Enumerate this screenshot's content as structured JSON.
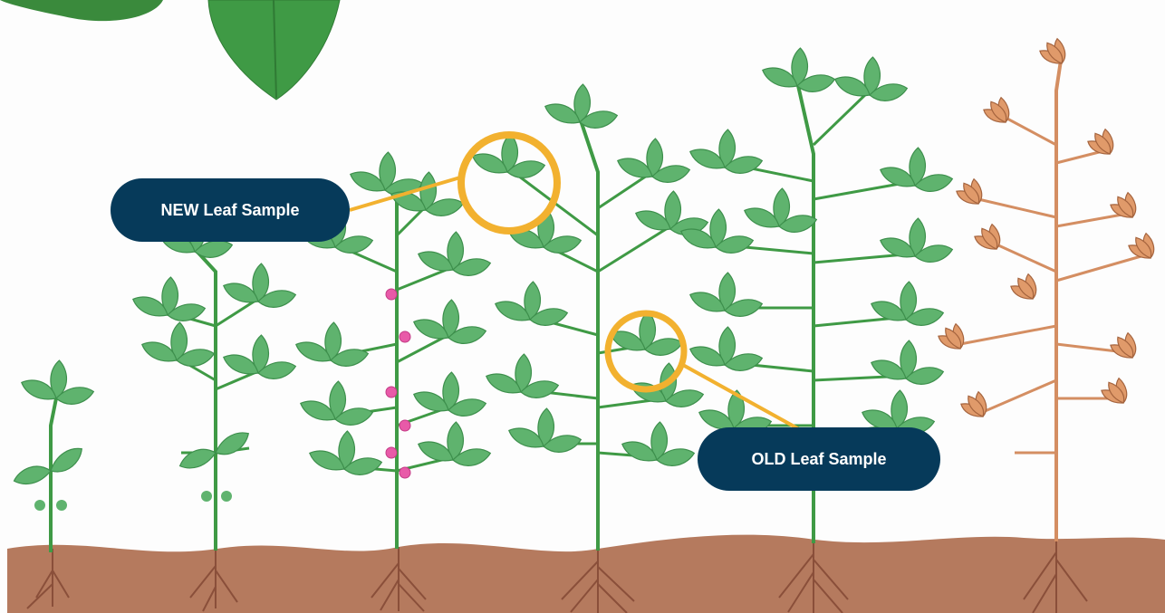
{
  "labels": {
    "new_leaf": "NEW Leaf Sample",
    "old_leaf": "OLD Leaf Sample"
  },
  "colors": {
    "callout_background": "#063a5a",
    "callout_text": "#ffffff",
    "highlight_ring": "#f2b12f",
    "leaf_green": "#5fb36e",
    "stem_green": "#3f9a45",
    "soil": "#b57a5e",
    "dry_plant": "#d48e62"
  },
  "scene": {
    "subject": "soybean growth stages with leaf sampling locations",
    "plant_stages": [
      "seedling",
      "vegetative",
      "flowering",
      "pod-set",
      "full-canopy",
      "senescent"
    ]
  }
}
